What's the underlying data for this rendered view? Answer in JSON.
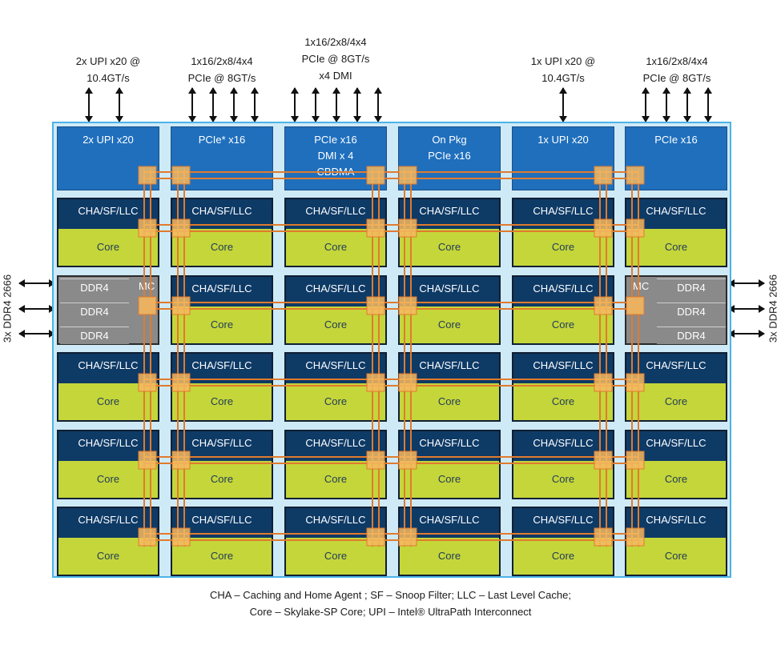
{
  "io_labels": [
    {
      "lines": [
        "2x UPI x20 @",
        "10.4GT/s"
      ]
    },
    {
      "lines": [
        "1x16/2x8/4x4",
        "PCIe @ 8GT/s"
      ]
    },
    {
      "lines": [
        "1x16/2x8/4x4",
        "PCIe @ 8GT/s",
        "x4 DMI"
      ]
    },
    {
      "lines": [
        "1x UPI x20 @",
        "10.4GT/s"
      ]
    },
    {
      "lines": [
        "1x16/2x8/4x4",
        "PCIe @ 8GT/s"
      ]
    }
  ],
  "io_blocks": [
    {
      "lines": [
        "2x UPI x20"
      ]
    },
    {
      "lines": [
        "PCIe* x16"
      ]
    },
    {
      "lines": [
        "PCIe x16",
        "DMI x 4",
        "CBDMA"
      ]
    },
    {
      "lines": [
        "On Pkg",
        "PCIe x16"
      ]
    },
    {
      "lines": [
        "1x UPI x20"
      ]
    },
    {
      "lines": [
        "PCIe x16"
      ]
    }
  ],
  "tile": {
    "cha_label": "CHA/SF/LLC",
    "core_label": "Core"
  },
  "memory_controller": {
    "label": "MC",
    "ddr_label": "DDR4"
  },
  "side_labels": {
    "left": "3x DDR4 2666",
    "right": "3x DDR4 2666"
  },
  "caption": {
    "line1": "CHA – Caching and Home Agent ; SF – Snoop Filter; LLC – Last Level Cache;",
    "line2": "Core – Skylake-SP Core; UPI – Intel® UltraPath Interconnect"
  },
  "colors": {
    "die_bg": "#cfeaf7",
    "die_border": "#4bb3e6",
    "io_blue": "#1f6fbd",
    "cha_navy": "#0e3a66",
    "core_green": "#c5d63a",
    "mc_gray": "#8a8a8a",
    "mesh_orange": "#e07b2e",
    "stop_tan": "#f4b860"
  }
}
